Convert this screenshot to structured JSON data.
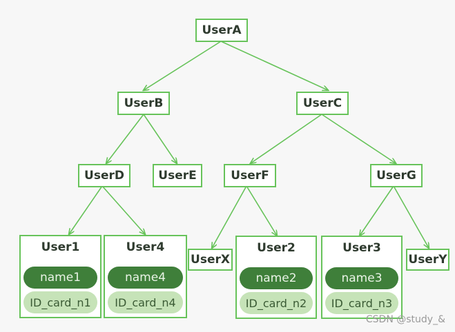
{
  "colors": {
    "stroke": "#67c35a",
    "name_pill": "#3f7f3a",
    "id_pill": "#c6e3b8"
  },
  "nodes": {
    "userA": "UserA",
    "userB": "UserB",
    "userC": "UserC",
    "userD": "UserD",
    "userE": "UserE",
    "userF": "UserF",
    "userG": "UserG",
    "userX": "UserX",
    "userY": "UserY"
  },
  "leaves": {
    "user1": {
      "title": "User1",
      "name": "name1",
      "id": "ID_card_n1"
    },
    "user4": {
      "title": "User4",
      "name": "name4",
      "id": "ID_card_n4"
    },
    "user2": {
      "title": "User2",
      "name": "name2",
      "id": "ID_card_n2"
    },
    "user3": {
      "title": "User3",
      "name": "name3",
      "id": "ID_card_n3"
    }
  },
  "watermark": "CSDN @study_&"
}
